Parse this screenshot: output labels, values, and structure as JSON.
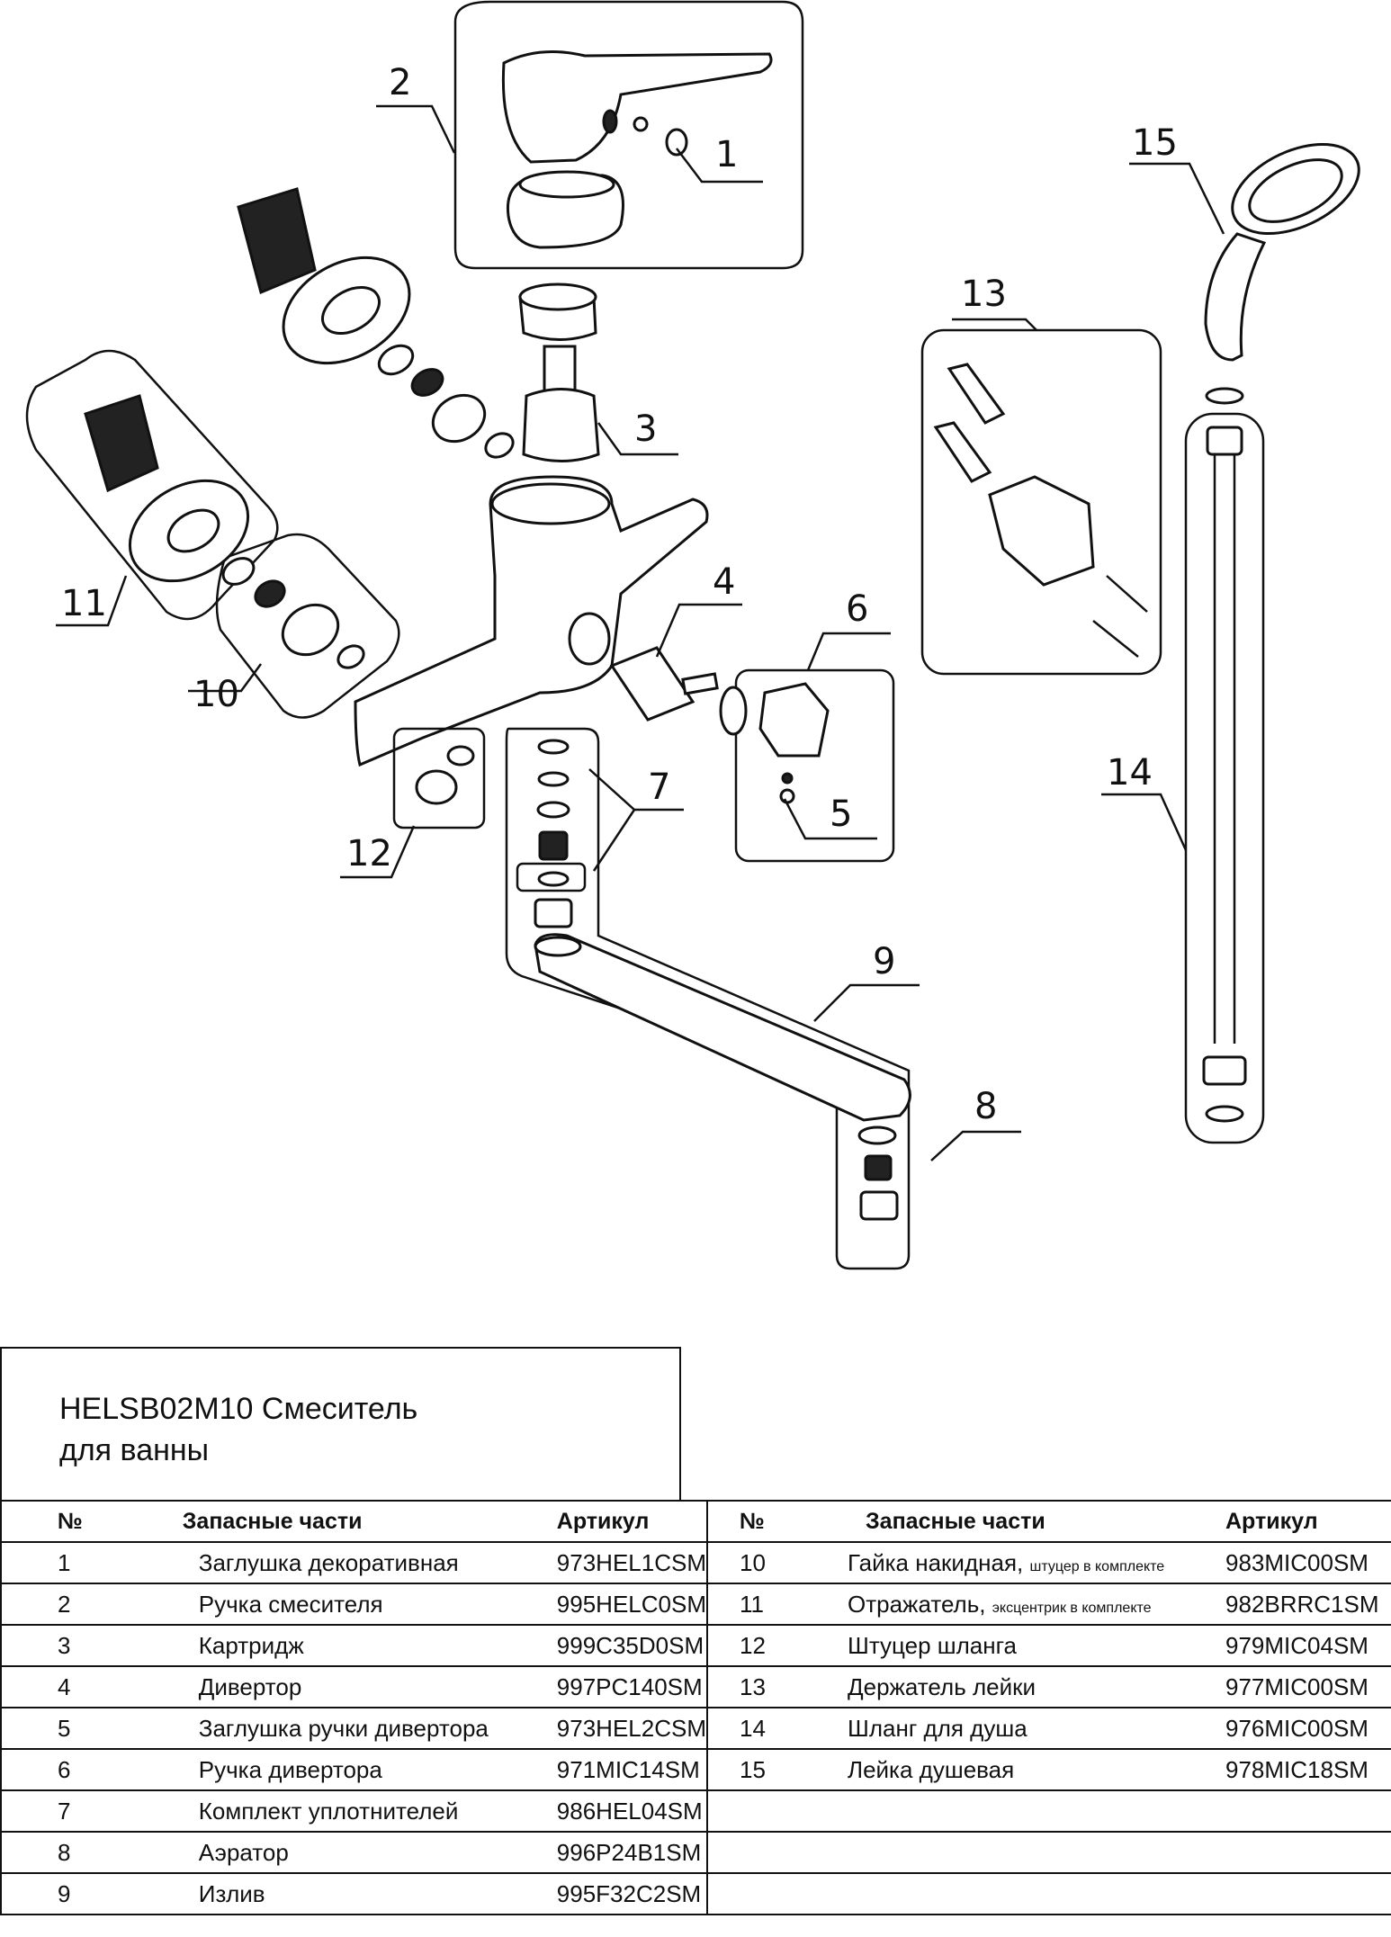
{
  "title": {
    "line1": "HELSB02M10 Смеситель",
    "line2": "для ванны"
  },
  "callouts": [
    "1",
    "2",
    "3",
    "4",
    "5",
    "6",
    "7",
    "8",
    "9",
    "10",
    "11",
    "12",
    "13",
    "14",
    "15"
  ],
  "table_headers": {
    "no": "№",
    "name": "Запасные части",
    "article": "Артикул"
  },
  "parts_left": [
    {
      "no": "1",
      "name": "Заглушка декоративная",
      "note": "",
      "article": "973HEL1CSM"
    },
    {
      "no": "2",
      "name": "Ручка смесителя",
      "note": "",
      "article": "995HELC0SM"
    },
    {
      "no": "3",
      "name": "Картридж",
      "note": "",
      "article": "999C35D0SM"
    },
    {
      "no": "4",
      "name": "Дивертор",
      "note": "",
      "article": "997PC140SM"
    },
    {
      "no": "5",
      "name": "Заглушка ручки дивертора",
      "note": "",
      "article": "973HEL2CSM"
    },
    {
      "no": "6",
      "name": "Ручка дивертора",
      "note": "",
      "article": "971MIC14SM"
    },
    {
      "no": "7",
      "name": "Комплект уплотнителей",
      "note": "",
      "article": "986HEL04SM"
    },
    {
      "no": "8",
      "name": "Аэратор",
      "note": "",
      "article": "996P24B1SM"
    },
    {
      "no": "9",
      "name": "Излив",
      "note": "",
      "article": "995F32C2SM"
    }
  ],
  "parts_right": [
    {
      "no": "10",
      "name": "Гайка накидная,",
      "note": "штуцер в комплекте",
      "article": "983MIC00SM"
    },
    {
      "no": "11",
      "name": "Отражатель,",
      "note": "эксцентрик в комплекте",
      "article": "982BRRC1SM"
    },
    {
      "no": "12",
      "name": "Штуцер шланга",
      "note": "",
      "article": "979MIC04SM"
    },
    {
      "no": "13",
      "name": "Держатель лейки",
      "note": "",
      "article": "977MIC00SM"
    },
    {
      "no": "14",
      "name": "Шланг для душа",
      "note": "",
      "article": "976MIC00SM"
    },
    {
      "no": "15",
      "name": "Лейка душевая",
      "note": "",
      "article": "978MIC18SM"
    }
  ]
}
